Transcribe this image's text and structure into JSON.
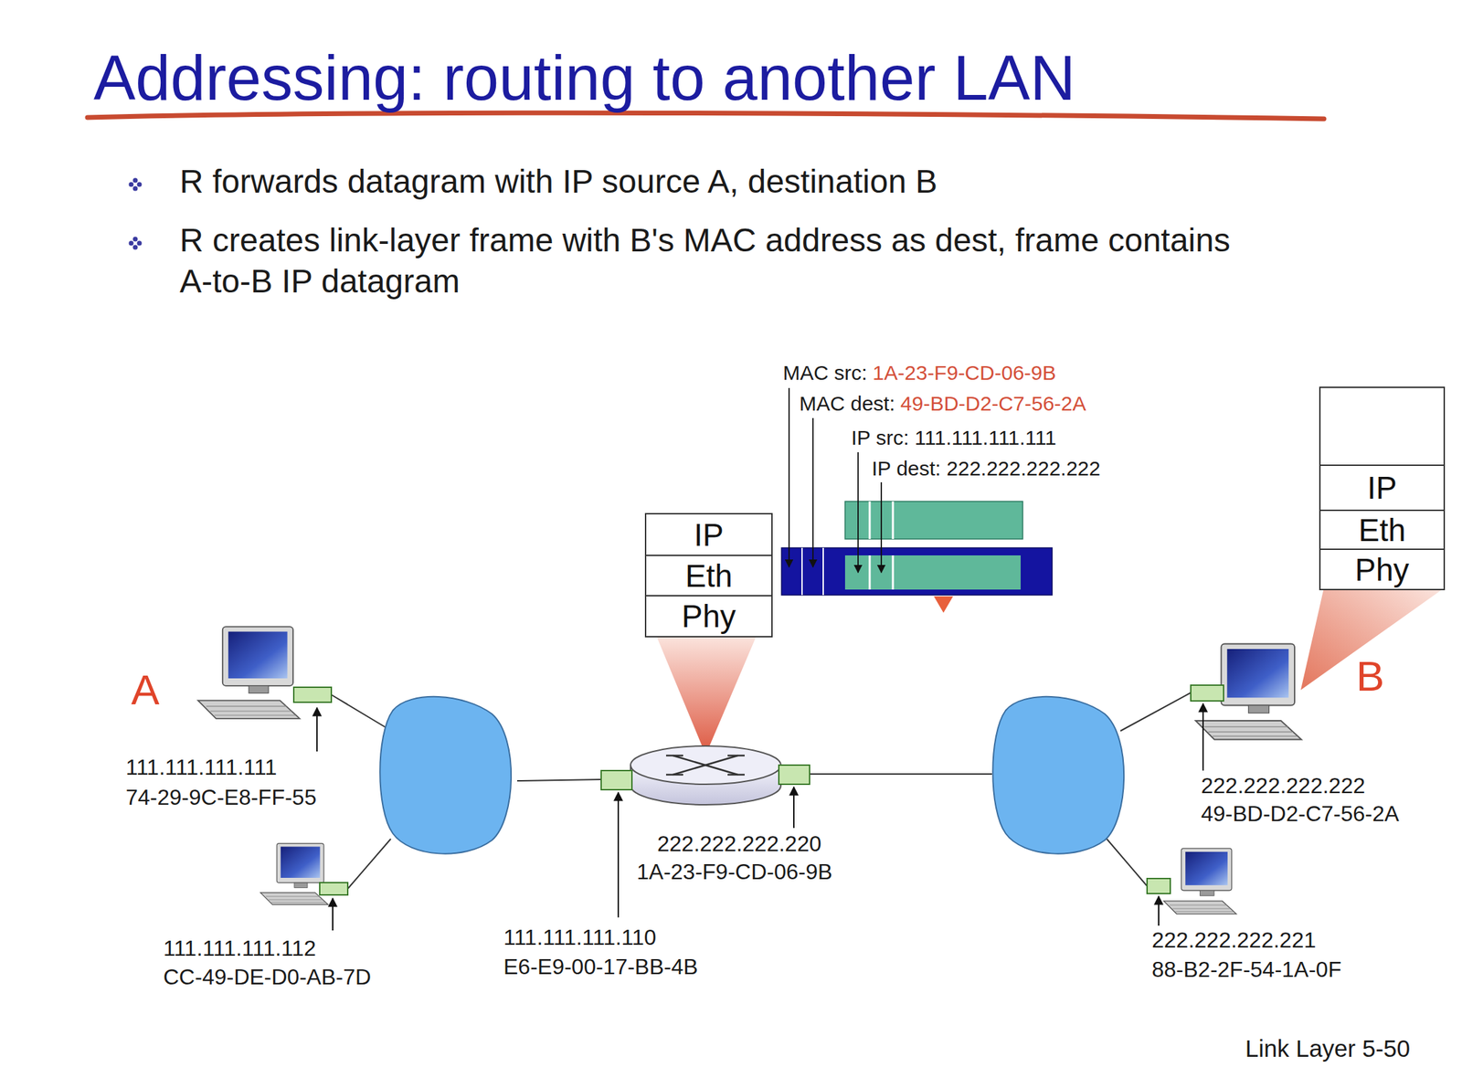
{
  "diagram": {
    "title": "Addressing: routing to another LAN",
    "nodes": [
      {
        "text": [
          "IP",
          "Eth",
          "Phy"
        ]
      },
      {
        "text": [
          "IP",
          "Eth",
          "Phy"
        ]
      }
    ],
    "labels": [
      "R forwards datagram with IP source A, destination B",
      "R creates link-layer frame with B's MAC address as dest, frame contains A-to-B IP datagram",
      "MAC src:",
      "1A-23-F9-CD-06-9B",
      "MAC dest:",
      "49-BD-D2-C7-56-2A",
      "IP src: 111.111.111.111",
      "IP dest: 222.222.222.222",
      "A",
      "111.111.111.111",
      "74-29-9C-E8-FF-55",
      "111.111.111.112",
      "CC-49-DE-D0-AB-7D",
      "111.111.111.110",
      "E6-E9-00-17-BB-4B",
      "222.222.222.220",
      "1A-23-F9-CD-06-9B",
      "B",
      "222.222.222.222",
      "49-BD-D2-C7-56-2A",
      "222.222.222.221",
      "88-B2-2F-54-1A-0F",
      "Link Layer 5-50"
    ]
  }
}
